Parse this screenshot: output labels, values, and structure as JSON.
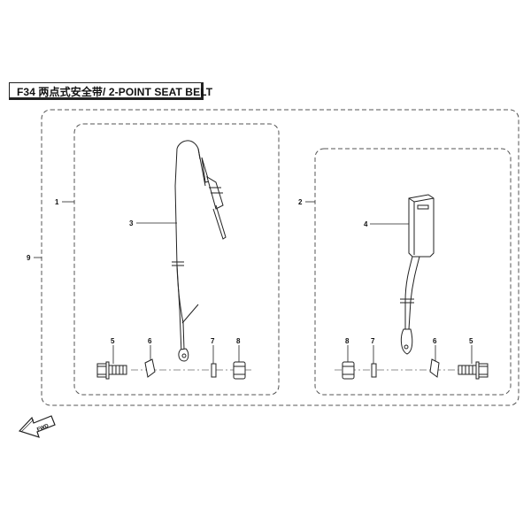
{
  "title": {
    "code": "F34",
    "name": "两点式安全带/ 2-POINT SEAT BELT"
  },
  "callouts": {
    "assembly_all": "9",
    "assembly_left": "1",
    "assembly_right": "2",
    "belt_left": "3",
    "belt_right": "4",
    "bolt_left": "5",
    "washer_left": "6",
    "spacer_left": "7",
    "nut_left": "8",
    "nut_right": "8",
    "spacer_right": "7",
    "washer_right": "6",
    "bolt_right": "5"
  },
  "direction": {
    "label": "FWD"
  },
  "colors": {
    "line": "#222222",
    "dashed": "#555555",
    "background": "#ffffff"
  }
}
